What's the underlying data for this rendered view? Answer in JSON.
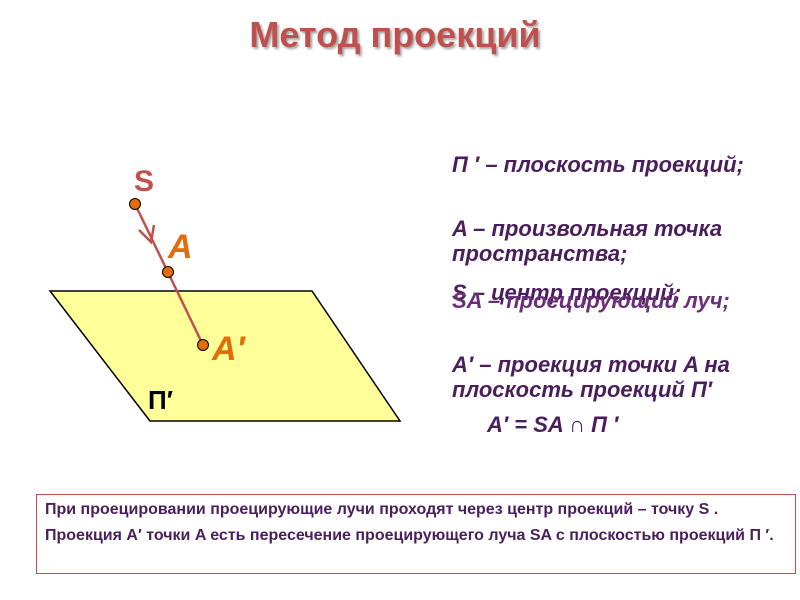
{
  "title": "Метод проекций",
  "labels": {
    "s": "S",
    "a": "A",
    "a_prime": "A′",
    "plane": "П′"
  },
  "definitions": {
    "plane_def": "П ′ – плоскость проекций;",
    "point_def": "A – произвольная точка пространства;",
    "center_def": "S – центр проекций;",
    "ray_def": "SA – проецирующий луч;",
    "projection_def": "A′ – проекция точки A на плоскость проекций П′",
    "formula": "A′ = SA ∩ П ′"
  },
  "note": "При  проецировании проецирующие лучи проходят через центр проекций – точку S . Проекция A′ точки A есть пересечение проецирующего луча SA с плоскостью проекций П ′.",
  "colors": {
    "title": "#c0504d",
    "plane_fill": "#ffff99",
    "ray": "#c0504d",
    "point": "#e46c0a",
    "text": "#4a1e5c"
  }
}
